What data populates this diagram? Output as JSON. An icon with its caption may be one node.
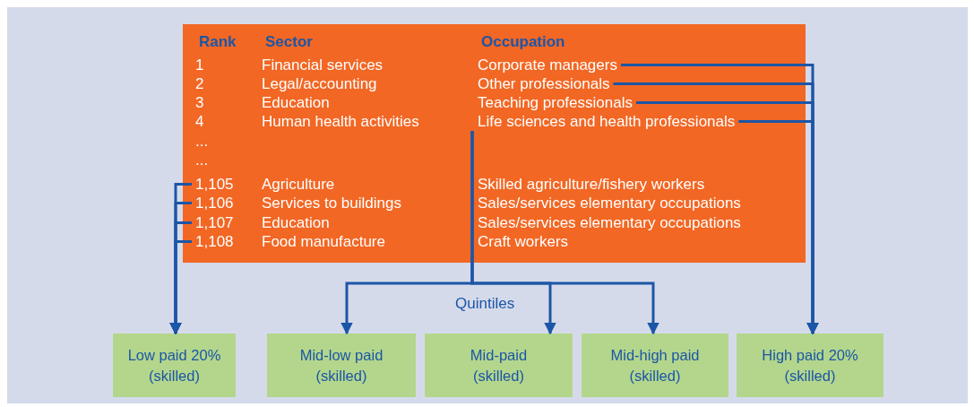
{
  "diagram": {
    "nodes": [
      {
        "text": [],
        "shape": "box"
      },
      {
        "text": [
          "1",
          "Financial services",
          "Corporate managers"
        ],
        "in": 0
      },
      {
        "text": [
          "2",
          "Legal/accounting",
          "Other professionals"
        ],
        "in": 0
      },
      {
        "text": [
          "3",
          "Education",
          "Teaching professionals"
        ],
        "in": 0
      },
      {
        "text": [
          "4",
          "Human health activities",
          "Life sciences and health professionals"
        ],
        "in": 0
      },
      {
        "text": [
          "..."
        ],
        "in": 0
      },
      {
        "text": [
          "..."
        ],
        "in": 0
      },
      {
        "text": [
          "1,105",
          "Agriculture",
          "Skilled agriculture/fishery workers"
        ],
        "in": 0
      },
      {
        "text": [
          "1,106",
          "Services to buildings",
          "Sales/services elementary occupations"
        ],
        "in": 0
      },
      {
        "text": [
          "1,107",
          "Education",
          "Sales/services elementary occupations"
        ],
        "in": 0
      },
      {
        "text": [
          "1,108",
          "Food manufacture",
          "Craft workers"
        ],
        "in": 0
      },
      {
        "text": [
          "Low paid 20% (skilled)"
        ]
      },
      {
        "text": [
          "Mid-low paid (skilled)"
        ]
      },
      {
        "text": [
          "Mid-paid (skilled)"
        ]
      },
      {
        "text": [
          "Mid-high paid (skilled)"
        ]
      },
      {
        "text": [
          "High paid 20% (skilled)"
        ]
      }
    ],
    "edges": [
      {
        "from": 1,
        "to": 15,
        "arrow": "to"
      },
      {
        "from": 2,
        "to": 15,
        "arrow": "to"
      },
      {
        "from": 3,
        "to": 15,
        "arrow": "to"
      },
      {
        "from": 4,
        "to": 15,
        "arrow": "to"
      },
      {
        "from": 4,
        "to": 12,
        "arrow": "to"
      },
      {
        "from": 4,
        "to": 13,
        "arrow": "to"
      },
      {
        "from": 4,
        "to": 14,
        "arrow": "to"
      },
      {
        "from": 7,
        "to": 11,
        "arrow": "to"
      },
      {
        "from": 8,
        "to": 11,
        "arrow": "to"
      },
      {
        "from": 9,
        "to": 11,
        "arrow": "to"
      },
      {
        "from": 10,
        "to": 11,
        "arrow": "to"
      }
    ],
    "labels": [
      "Rank",
      "Sector",
      "Occupation",
      "Quintiles"
    ]
  }
}
